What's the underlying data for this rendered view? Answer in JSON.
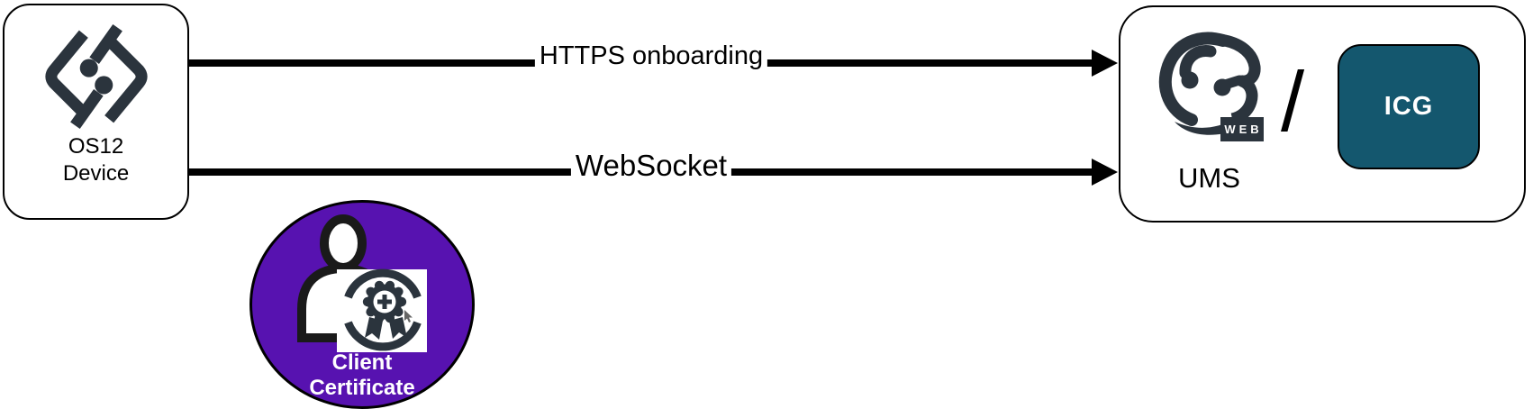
{
  "left_node": {
    "line1": "OS12",
    "line2": "Device"
  },
  "arrows": [
    {
      "label": "HTTPS onboarding"
    },
    {
      "label": "WebSocket"
    }
  ],
  "certificate": {
    "line1": "Client",
    "line2": "Certificate"
  },
  "right_node": {
    "web_badge": "WEB",
    "separator": "/",
    "ums_label": "UMS",
    "icg_label": "ICG"
  },
  "colors": {
    "logo_dark": "#2b343d",
    "certificate_purple": "#5712b0",
    "icg_teal": "#14576e",
    "line_black": "#000000"
  }
}
